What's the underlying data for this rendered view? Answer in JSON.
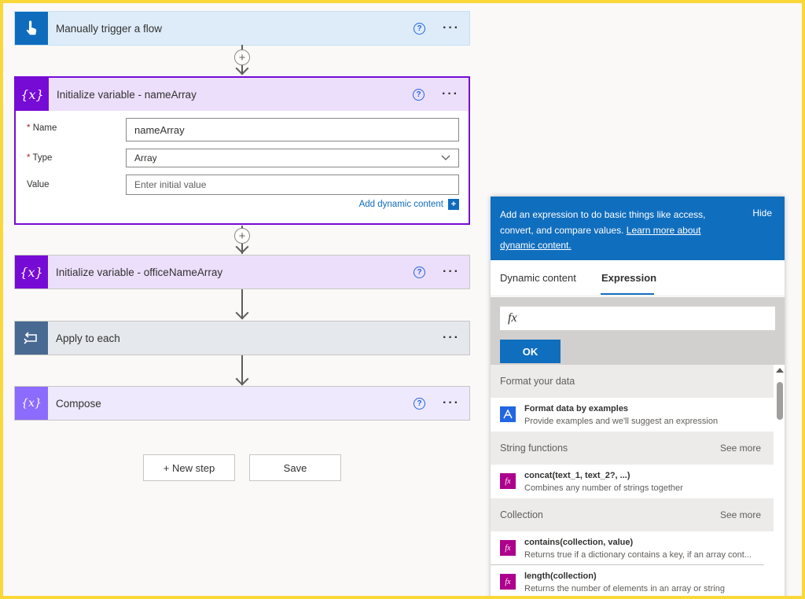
{
  "flow": {
    "trigger": {
      "title": "Manually trigger a flow",
      "color": "#0f6cbd"
    },
    "init_name": {
      "title": "Initialize variable - nameArray",
      "color": "#770bd6",
      "fields": {
        "name_label": "Name",
        "name_value": "nameArray",
        "type_label": "Type",
        "type_value": "Array",
        "value_label": "Value",
        "value_placeholder": "Enter initial value",
        "required_marker": "*"
      },
      "add_dynamic": "Add dynamic content"
    },
    "init_office": {
      "title": "Initialize variable - officeNameArray"
    },
    "apply_each": {
      "title": "Apply to each",
      "color": "#486991"
    },
    "compose": {
      "title": "Compose",
      "color": "#8c6cff"
    },
    "help_glyph": "?",
    "more_glyph": "···",
    "plus_glyph": "+",
    "var_glyph": "{x}"
  },
  "buttons": {
    "new_step": "+ New step",
    "save": "Save"
  },
  "panel": {
    "banner_text": "Add an expression to do basic things like access, convert, and compare values.",
    "learn_more": "Learn more about dynamic content.",
    "hide": "Hide",
    "tabs": [
      "Dynamic content",
      "Expression"
    ],
    "fx_glyph": "fx",
    "ok": "OK",
    "sections": [
      {
        "title": "Format your data",
        "see_more": "",
        "items": [
          {
            "name": "Format data by examples",
            "desc": "Provide examples and we'll suggest an expression"
          }
        ]
      },
      {
        "title": "String functions",
        "see_more": "See more",
        "items": [
          {
            "name": "concat(text_1, text_2?, ...)",
            "desc": "Combines any number of strings together"
          }
        ]
      },
      {
        "title": "Collection",
        "see_more": "See more",
        "items": [
          {
            "name": "contains(collection, value)",
            "desc": "Returns true if a dictionary contains a key, if an array cont..."
          },
          {
            "name": "length(collection)",
            "desc": "Returns the number of elements in an array or string"
          }
        ]
      }
    ]
  }
}
